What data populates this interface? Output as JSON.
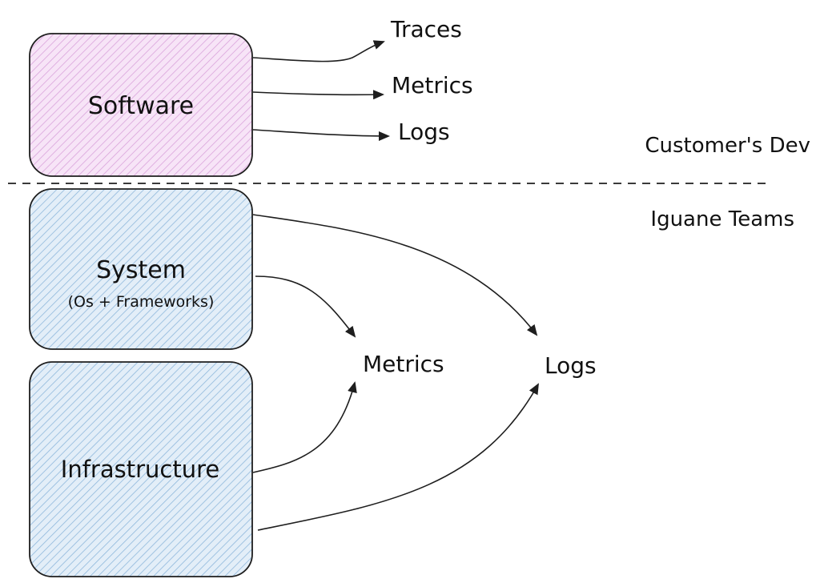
{
  "colors": {
    "software_fill": "#f5dbf5",
    "software_hatch": "#d9a3db",
    "system_fill": "#dbeaf7",
    "system_hatch": "#8fb8dc",
    "stroke": "#1e1e1e",
    "text": "#111111"
  },
  "boxes": {
    "software": {
      "label": "Software"
    },
    "system": {
      "label": "System",
      "sublabel": "(Os + Frameworks)"
    },
    "infrastructure": {
      "label": "Infrastructure"
    }
  },
  "outputs_top": {
    "traces": "Traces",
    "metrics": "Metrics",
    "logs": "Logs"
  },
  "outputs_bottom": {
    "metrics": "Metrics",
    "logs": "Logs"
  },
  "zones": {
    "customer": "Customer's Dev",
    "team": "Iguane Teams"
  }
}
